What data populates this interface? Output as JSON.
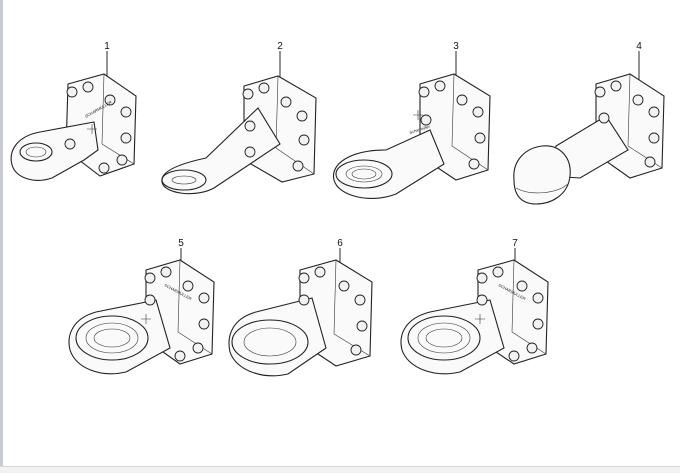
{
  "parts": [
    {
      "number": "1",
      "kind": "eye-short",
      "brand": "SCHARMÜLLER"
    },
    {
      "number": "2",
      "kind": "eye-long",
      "brand": ""
    },
    {
      "number": "3",
      "kind": "eye-ring",
      "brand": "Scharmüller"
    },
    {
      "number": "4",
      "kind": "ball-head",
      "brand": ""
    },
    {
      "number": "5",
      "kind": "eye-large",
      "brand": "SCHARMÜLLER"
    },
    {
      "number": "6",
      "kind": "eye-large-plain",
      "brand": ""
    },
    {
      "number": "7",
      "kind": "eye-large",
      "brand": "SCHARMÜLLER"
    }
  ]
}
